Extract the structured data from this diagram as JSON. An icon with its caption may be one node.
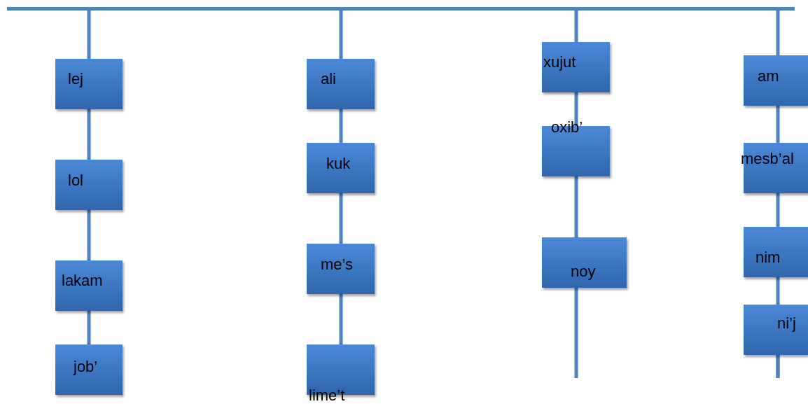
{
  "diagram": {
    "nodes": [
      {
        "text": [],
        "shape": "bar"
      },
      {
        "text": [
          "lej"
        ]
      },
      {
        "text": [
          "lol"
        ]
      },
      {
        "text": [
          "lakam"
        ]
      },
      {
        "text": [
          "job’"
        ]
      },
      {
        "text": [
          "ali"
        ]
      },
      {
        "text": [
          "kuk"
        ]
      },
      {
        "text": [
          "me’s"
        ]
      },
      {
        "text": [
          "lime’t"
        ]
      },
      {
        "text": [
          "xujut"
        ]
      },
      {
        "text": [
          "oxib’"
        ]
      },
      {
        "text": [
          "noy"
        ]
      },
      {
        "text": [
          "am"
        ]
      },
      {
        "text": [
          "mesb’al"
        ]
      },
      {
        "text": [
          "nim"
        ]
      },
      {
        "text": [
          "ni’j"
        ]
      }
    ],
    "edges": [
      {
        "from": 0,
        "to": 1,
        "arrow": "none"
      },
      {
        "from": 1,
        "to": 2,
        "arrow": "none"
      },
      {
        "from": 2,
        "to": 3,
        "arrow": "none"
      },
      {
        "from": 3,
        "to": 4,
        "arrow": "none"
      },
      {
        "from": 0,
        "to": 5,
        "arrow": "none"
      },
      {
        "from": 5,
        "to": 6,
        "arrow": "none"
      },
      {
        "from": 6,
        "to": 7,
        "arrow": "none"
      },
      {
        "from": 7,
        "to": 8,
        "arrow": "none"
      },
      {
        "from": 0,
        "to": 9,
        "arrow": "none"
      },
      {
        "from": 9,
        "to": 10,
        "arrow": "none"
      },
      {
        "from": 10,
        "to": 11,
        "arrow": "none"
      },
      {
        "from": 11,
        "to": null,
        "arrow": "none"
      },
      {
        "from": 0,
        "to": 12,
        "arrow": "none"
      },
      {
        "from": 12,
        "to": 13,
        "arrow": "none"
      },
      {
        "from": 13,
        "to": 14,
        "arrow": "none"
      },
      {
        "from": 14,
        "to": null,
        "arrow": "none"
      },
      {
        "from": 15,
        "to": null,
        "arrow": "none"
      }
    ]
  }
}
